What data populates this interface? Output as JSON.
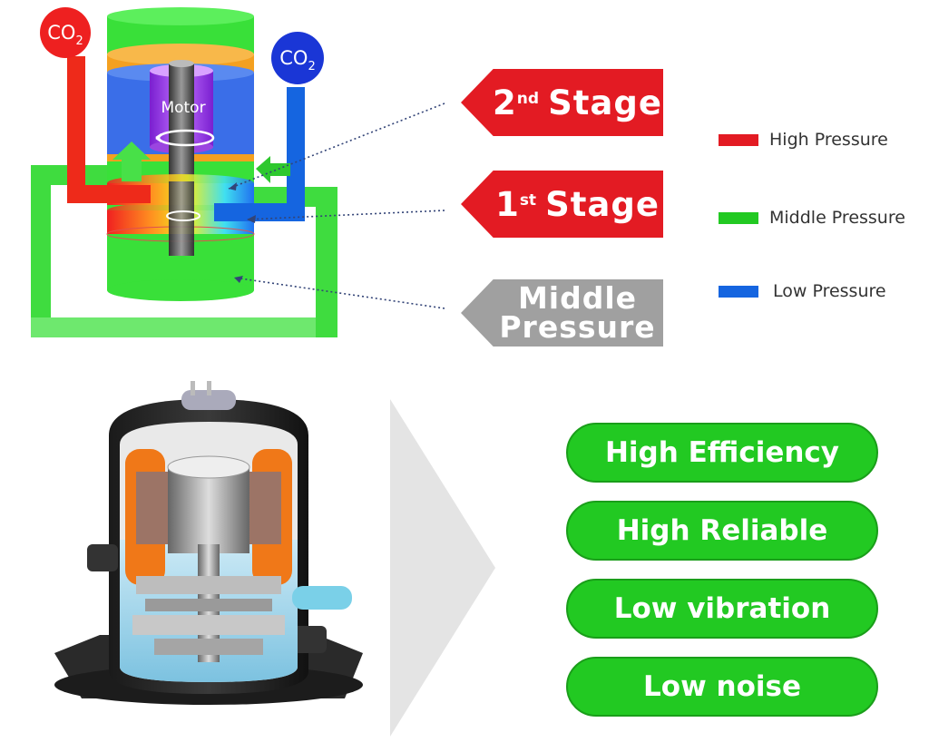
{
  "diagram": {
    "co2_left": {
      "main": "CO",
      "sub": "2"
    },
    "co2_right": {
      "main": "CO",
      "sub": "2"
    },
    "motor_label": "Motor",
    "colors": {
      "high": "#e31b23",
      "middle": "#22c922",
      "low": "#1565e0",
      "stage_bg": "#e31b23",
      "middle_tag_bg": "#a0a0a0"
    }
  },
  "stages": {
    "second": {
      "num": "2",
      "sup": "nd",
      "word": "Stage"
    },
    "first": {
      "num": "1",
      "sup": "st",
      "word": "Stage"
    },
    "middle": {
      "line1": "Middle",
      "line2": "Pressure"
    }
  },
  "legend": [
    {
      "label": "High Pressure",
      "color": "#e31b23"
    },
    {
      "label": "Middle Pressure",
      "color": "#22c922"
    },
    {
      "label": "Low Pressure",
      "color": "#1565e0"
    }
  ],
  "features": [
    {
      "label": "High Efficiency"
    },
    {
      "label": "High Reliable"
    },
    {
      "label": "Low vibration"
    },
    {
      "label": "Low noise"
    }
  ]
}
